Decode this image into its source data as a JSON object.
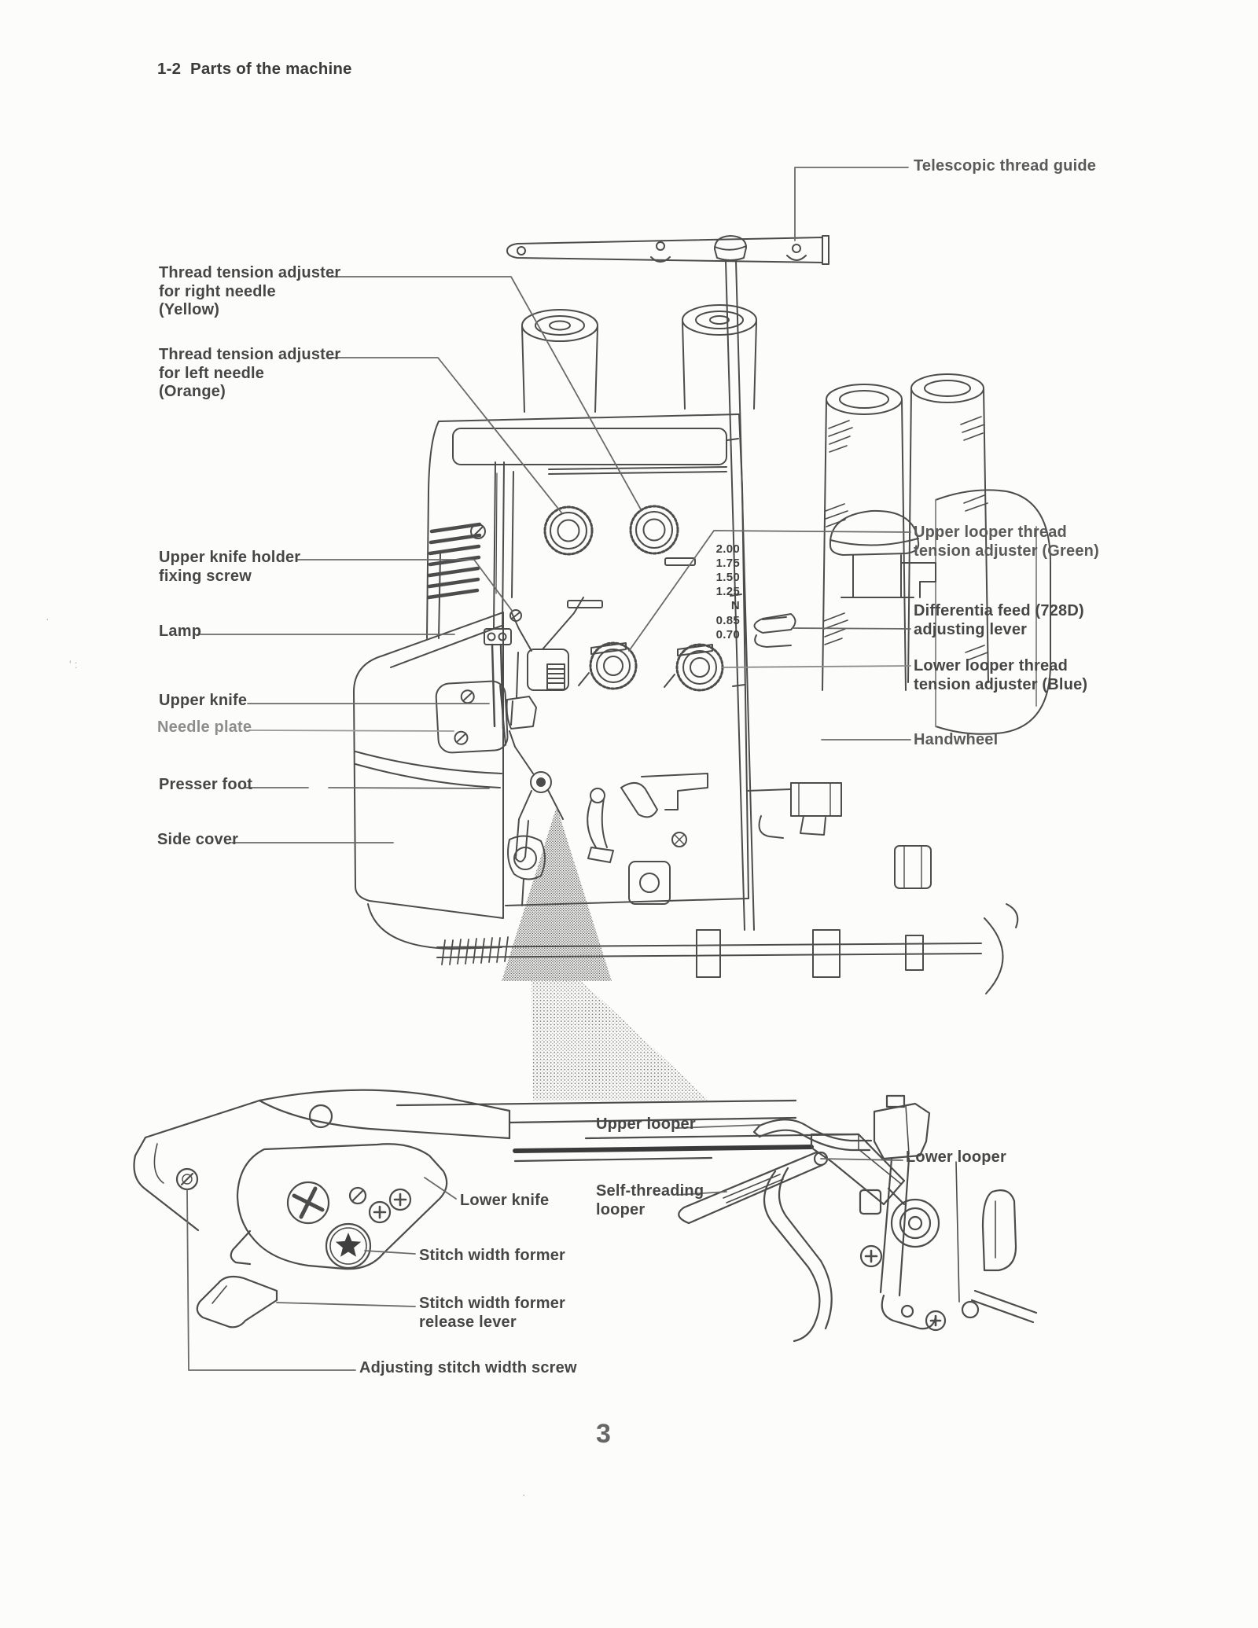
{
  "page": {
    "title": "1-2  Parts of the machine",
    "page_number": "3"
  },
  "diagram": {
    "scale_values": [
      "2.00",
      "1.75",
      "1.50",
      "1.25",
      "N",
      "0.85",
      "0.70"
    ],
    "labels": {
      "left": [
        {
          "id": "thread-tension-right-needle",
          "text": "Thread tension adjuster\nfor right needle\n(Yellow)"
        },
        {
          "id": "thread-tension-left-needle",
          "text": "Thread tension adjuster\nfor left needle\n(Orange)"
        },
        {
          "id": "upper-knife-holder-fixing-screw",
          "text": "Upper knife holder\nfixing screw"
        },
        {
          "id": "lamp",
          "text": "Lamp"
        },
        {
          "id": "upper-knife",
          "text": "Upper knife"
        },
        {
          "id": "needle-plate",
          "text": "Needle plate"
        },
        {
          "id": "presser-foot",
          "text": "Presser foot"
        },
        {
          "id": "side-cover",
          "text": "Side cover"
        }
      ],
      "right": [
        {
          "id": "telescopic-thread-guide",
          "text": "Telescopic thread guide"
        },
        {
          "id": "upper-looper-thread-tension",
          "text": "Upper looper thread\ntension adjuster (Green)"
        },
        {
          "id": "differential-feed-lever",
          "text": "Differentia feed (728D)\nadjusting lever"
        },
        {
          "id": "lower-looper-thread-tension",
          "text": "Lower looper thread\ntension adjuster (Blue)"
        },
        {
          "id": "handwheel",
          "text": "Handwheel"
        }
      ],
      "bottom_left": [
        {
          "id": "lower-knife",
          "text": "Lower knife"
        },
        {
          "id": "stitch-width-former",
          "text": "Stitch width former"
        },
        {
          "id": "stitch-width-former-release-lever",
          "text": "Stitch width former\nrelease lever"
        },
        {
          "id": "adjusting-stitch-width-screw",
          "text": "Adjusting stitch width screw"
        }
      ],
      "bottom_right": [
        {
          "id": "upper-looper",
          "text": "Upper looper"
        },
        {
          "id": "lower-looper",
          "text": "Lower looper"
        },
        {
          "id": "self-threading-looper",
          "text": "Self-threading\nlooper"
        }
      ]
    }
  },
  "artifacts": {
    "a1": "·",
    "a2": "' :",
    "a3": "·"
  },
  "colors": {
    "ink": "#4c4c4c",
    "ink_light": "#9a9a9a",
    "label_text": "#464646",
    "label_text_faded": "#8d8d8d",
    "paper": "#fcfcfb"
  }
}
